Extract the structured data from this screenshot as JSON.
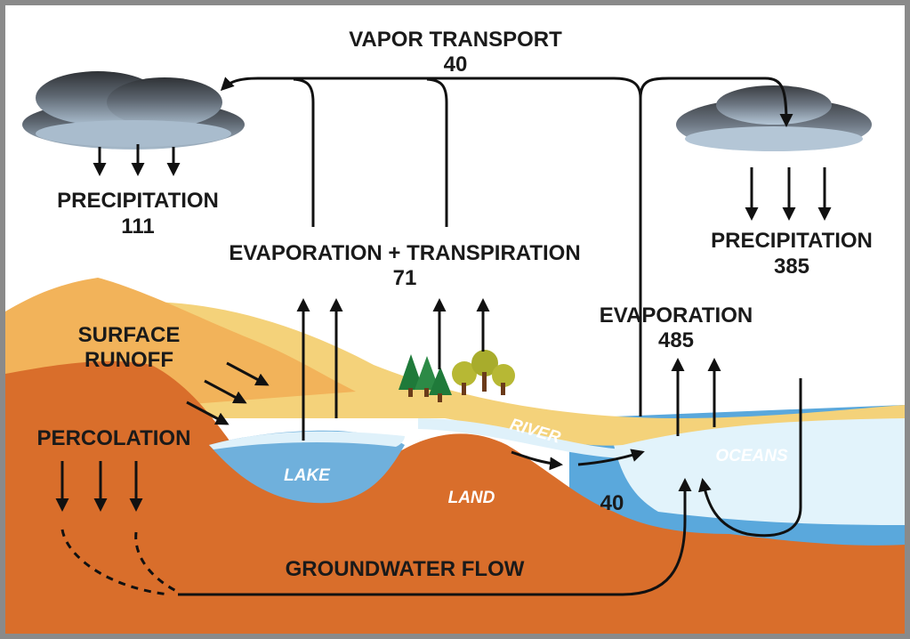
{
  "labels": {
    "vapor_transport": "VAPOR TRANSPORT",
    "vapor_transport_value": "40",
    "precip_left": "PRECIPITATION",
    "precip_left_value": "111",
    "evap_transp": "EVAPORATION + TRANSPIRATION",
    "evap_transp_value": "71",
    "precip_right": "PRECIPITATION",
    "precip_right_value": "385",
    "evaporation": "EVAPORATION",
    "evaporation_value": "485",
    "surface_runoff_line1": "SURFACE",
    "surface_runoff_line2": "RUNOFF",
    "percolation": "PERCOLATION",
    "lake": "LAKE",
    "land": "LAND",
    "river": "RIVER",
    "oceans": "OCEANS",
    "runoff_value": "40",
    "groundwater_flow": "GROUNDWATER FLOW"
  },
  "colors": {
    "hill_light": "#f2b35a",
    "plain": "#f4d27a",
    "land": "#d96e2b",
    "lake": "#6fb0dc",
    "ocean_surface": "#dff1fa",
    "ocean_deep": "#5aa8dc",
    "cloud_dark": "#3c3f44",
    "cloud_light": "#8fa3b5",
    "arrow": "#111111"
  }
}
